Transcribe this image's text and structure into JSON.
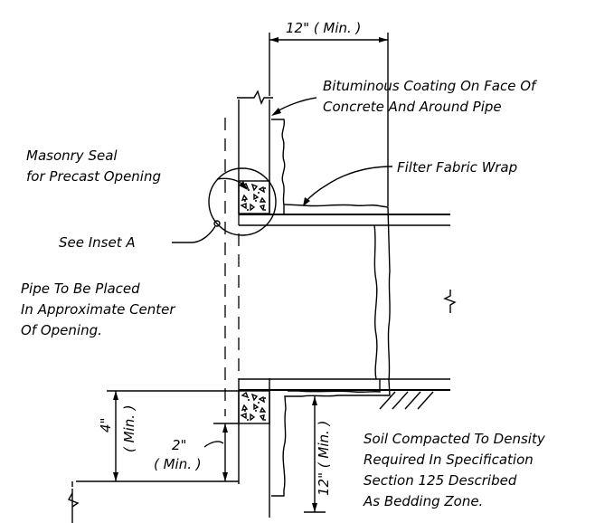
{
  "notes": {
    "dim_top": "12\" ( Min. )",
    "bituminous_line1": "Bituminous Coating On Face Of",
    "bituminous_line2": "Concrete And Around Pipe",
    "masonry_line1": "Masonry Seal",
    "masonry_line2": "for Precast Opening",
    "filter_fabric": "Filter Fabric Wrap",
    "see_inset": "See Inset A",
    "pipe_line1": "Pipe To Be Placed",
    "pipe_line2": "In Approximate Center",
    "pipe_line3": "Of Opening.",
    "dim_4_value": "4\"",
    "dim_4_min": "( Min. )",
    "dim_2_value": "2\"",
    "dim_2_min": "( Min. )",
    "dim_12_side": "12\" ( Min. )",
    "soil_line1": "Soil Compacted To Density",
    "soil_line2": "Required In Specification",
    "soil_line3": "Section 125 Described",
    "soil_line4": "As Bedding Zone."
  }
}
